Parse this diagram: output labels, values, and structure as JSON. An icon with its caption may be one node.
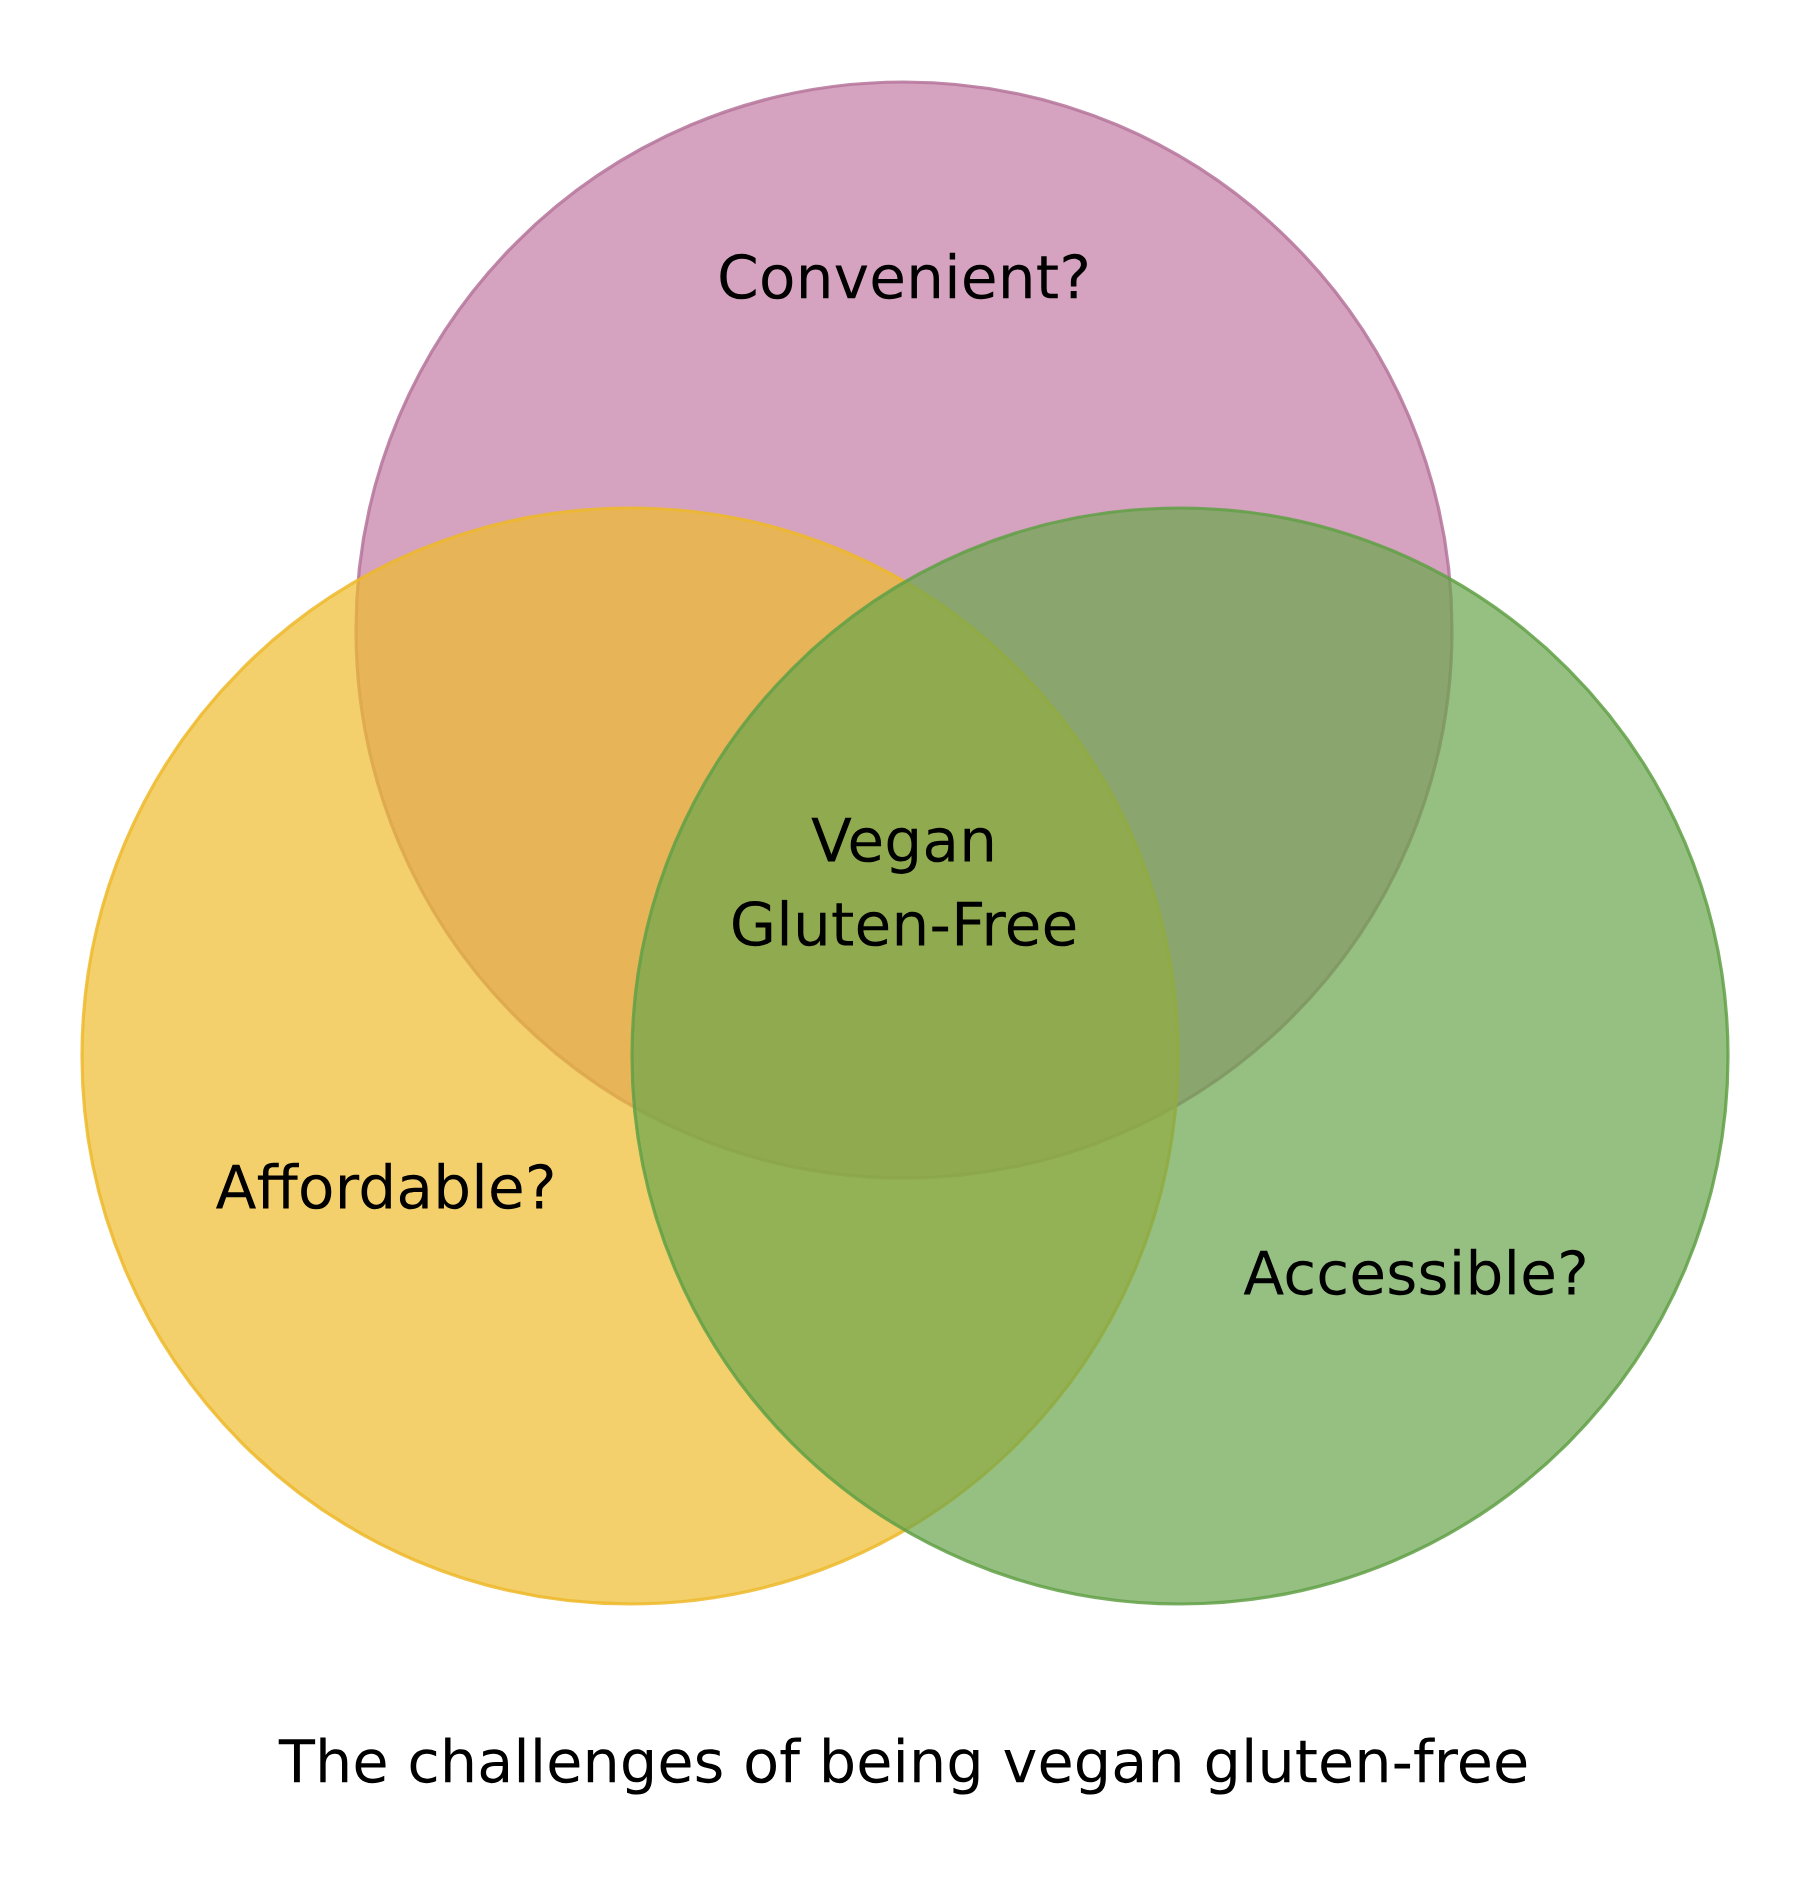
{
  "diagram": {
    "nodes": [
      {
        "text": [
          "Convenient?"
        ]
      },
      {
        "text": [
          "Affordable?"
        ]
      },
      {
        "text": [
          "Accessible?"
        ]
      }
    ],
    "labels": [
      "Vegan Gluten-Free"
    ],
    "caption": "The challenges of being vegan gluten-free"
  }
}
